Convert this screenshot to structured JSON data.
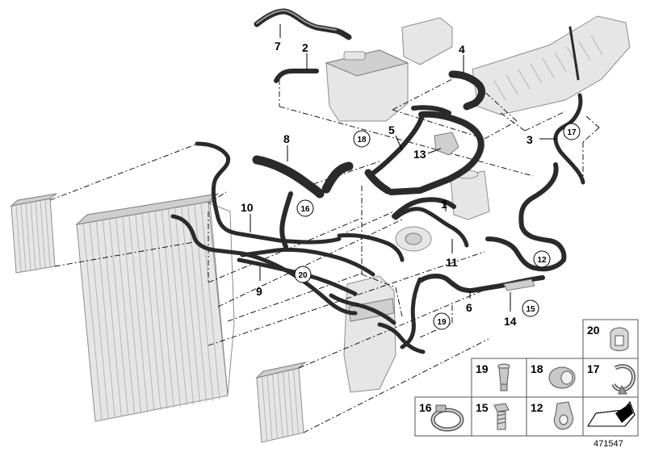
{
  "callouts": {
    "c1": "1",
    "c2": "2",
    "c3": "3",
    "c4": "4",
    "c5": "5",
    "c6": "6",
    "c7": "7",
    "c8": "8",
    "c9": "9",
    "c10": "10",
    "c11": "11",
    "c13": "13",
    "c14": "14"
  },
  "circled": {
    "c12": "12",
    "c15": "15",
    "c16": "16",
    "c17": "17",
    "c18": "18",
    "c19": "19",
    "c20": "20"
  },
  "panel": {
    "p20": "20",
    "p19": "19",
    "p18": "18",
    "p17": "17",
    "p16": "16",
    "p15": "15",
    "p12": "12"
  },
  "document_number": "471547"
}
